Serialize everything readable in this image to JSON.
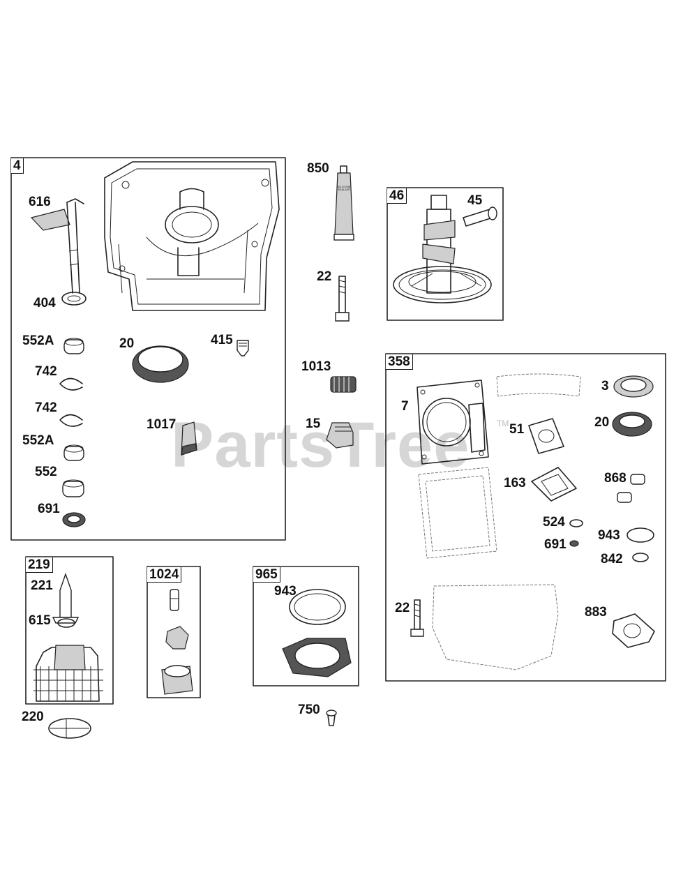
{
  "watermark": {
    "text": "PartsTree",
    "trademark": "TM"
  },
  "groups": {
    "g4": "4",
    "g46": "46",
    "g358": "358",
    "g219": "219",
    "g1024": "1024",
    "g965": "965"
  },
  "sealant_tube_text": "SILICONE SEALANT",
  "labels": {
    "l616": "616",
    "l404": "404",
    "l552a_1": "552A",
    "l742_1": "742",
    "l742_2": "742",
    "l552a_2": "552A",
    "l552": "552",
    "l691_a": "691",
    "l20_a": "20",
    "l415": "415",
    "l1017": "1017",
    "l850": "850",
    "l22_a": "22",
    "l1013": "1013",
    "l15": "15",
    "l45": "45",
    "l7": "7",
    "l51": "51",
    "l163": "163",
    "l3": "3",
    "l20_b": "20",
    "l868": "868",
    "l524": "524",
    "l691_b": "691",
    "l943_a": "943",
    "l842": "842",
    "l22_b": "22",
    "l883": "883",
    "l221": "221",
    "l615": "615",
    "l220": "220",
    "l943_b": "943",
    "l750": "750"
  }
}
